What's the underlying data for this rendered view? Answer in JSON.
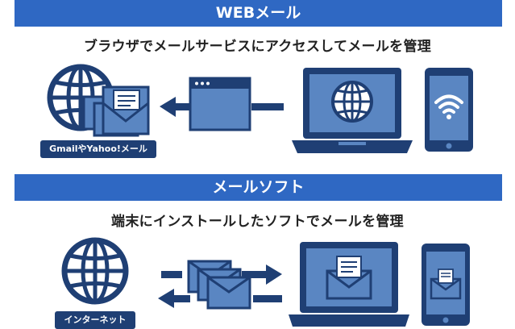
{
  "sections": {
    "web": {
      "title": "WEBメール",
      "caption": "ブラウザでメールサービスにアクセスしてメールを管理",
      "service_label": "GmailやYahoo!メール"
    },
    "soft": {
      "title": "メールソフト",
      "caption": "端末にインストールしたソフトでメールを管理",
      "internet_label": "インターネット"
    }
  },
  "colors": {
    "band": "#2f68c3",
    "navy": "#1f3f74",
    "mid": "#5a86c2",
    "light": "#ffffff"
  },
  "icons": [
    "globe-icon",
    "envelope-stack-icon",
    "browser-window-icon",
    "laptop-icon",
    "smartphone-icon",
    "wifi-icon",
    "arrow-icon"
  ]
}
